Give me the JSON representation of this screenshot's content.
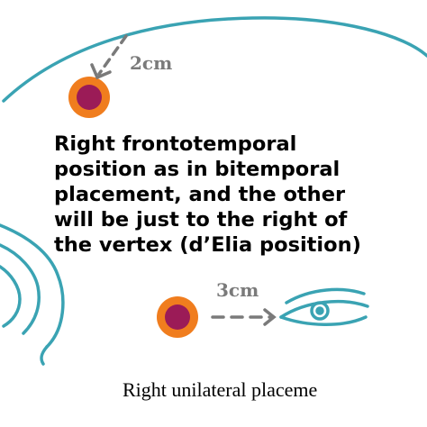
{
  "diagram": {
    "label_top_distance": "2cm",
    "label_bottom_distance": "3cm",
    "description_lines": [
      "Right frontotemporal",
      "position as in bitemporal",
      "placement, and the other",
      "will be just to the right of",
      "the vertex (d’Elia position)"
    ],
    "caption": "Right unilateral placeme"
  },
  "colors": {
    "head_outline": "#3aa3b3",
    "electrode_ring": "#f07d1e",
    "electrode_core": "#9b1b57",
    "arrow": "#7a7a7a"
  },
  "icons": [
    "head-outline-icon",
    "ear-icon",
    "eye-icon",
    "electrode-icon",
    "arrow-icon"
  ]
}
